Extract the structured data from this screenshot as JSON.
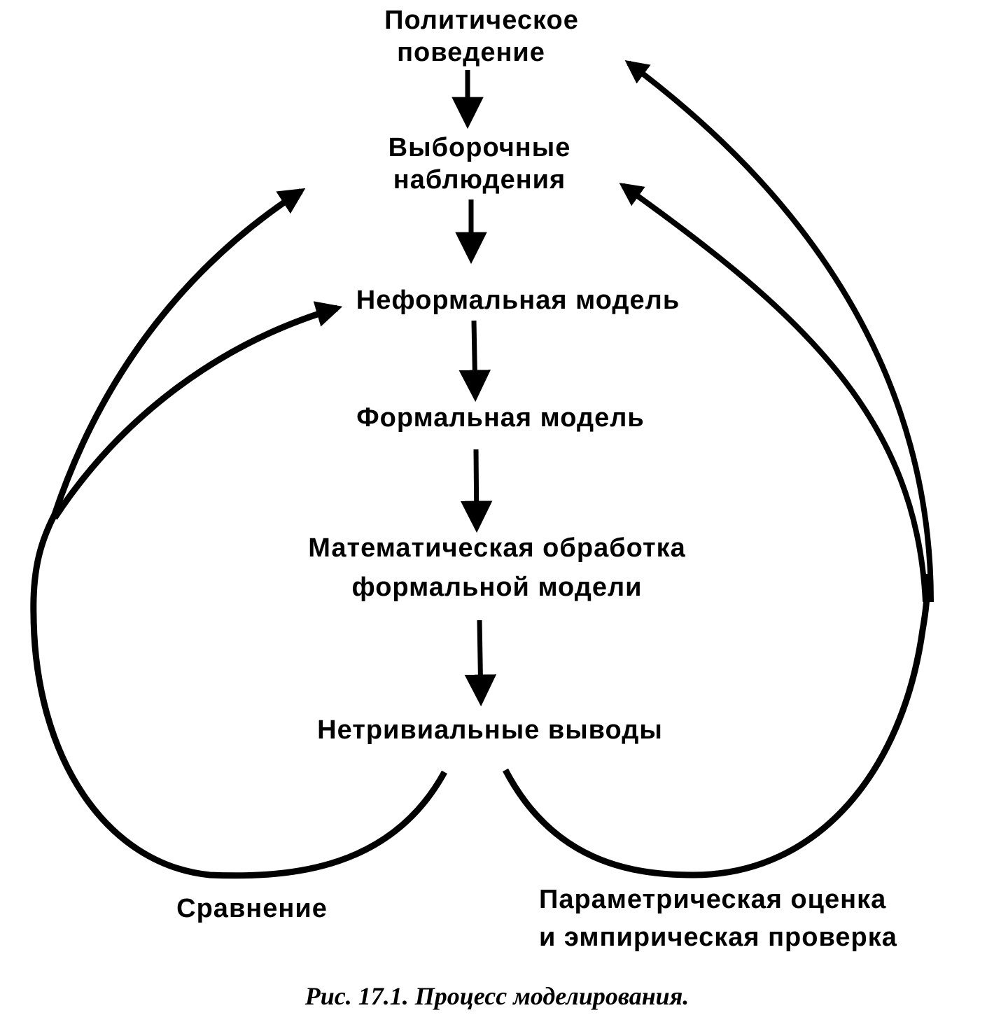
{
  "nodes": {
    "political_behavior": [
      "Политическое",
      "поведение"
    ],
    "sample_observations": [
      "Выборочные",
      "наблюдения"
    ],
    "informal_model": "Неформальная модель",
    "formal_model": "Формальная модель",
    "math_processing": [
      "Математическая обработка",
      "формальной модели"
    ],
    "nontrivial_conclusions": "Нетривиальные выводы"
  },
  "loops": {
    "comparison": "Сравнение",
    "parametric": [
      "Параметрическая оценка",
      "и эмпирическая проверка"
    ]
  },
  "caption": "Рис. 17.1. Процесс моделирования.",
  "colors": {
    "ink": "#000000",
    "background": "#ffffff"
  }
}
